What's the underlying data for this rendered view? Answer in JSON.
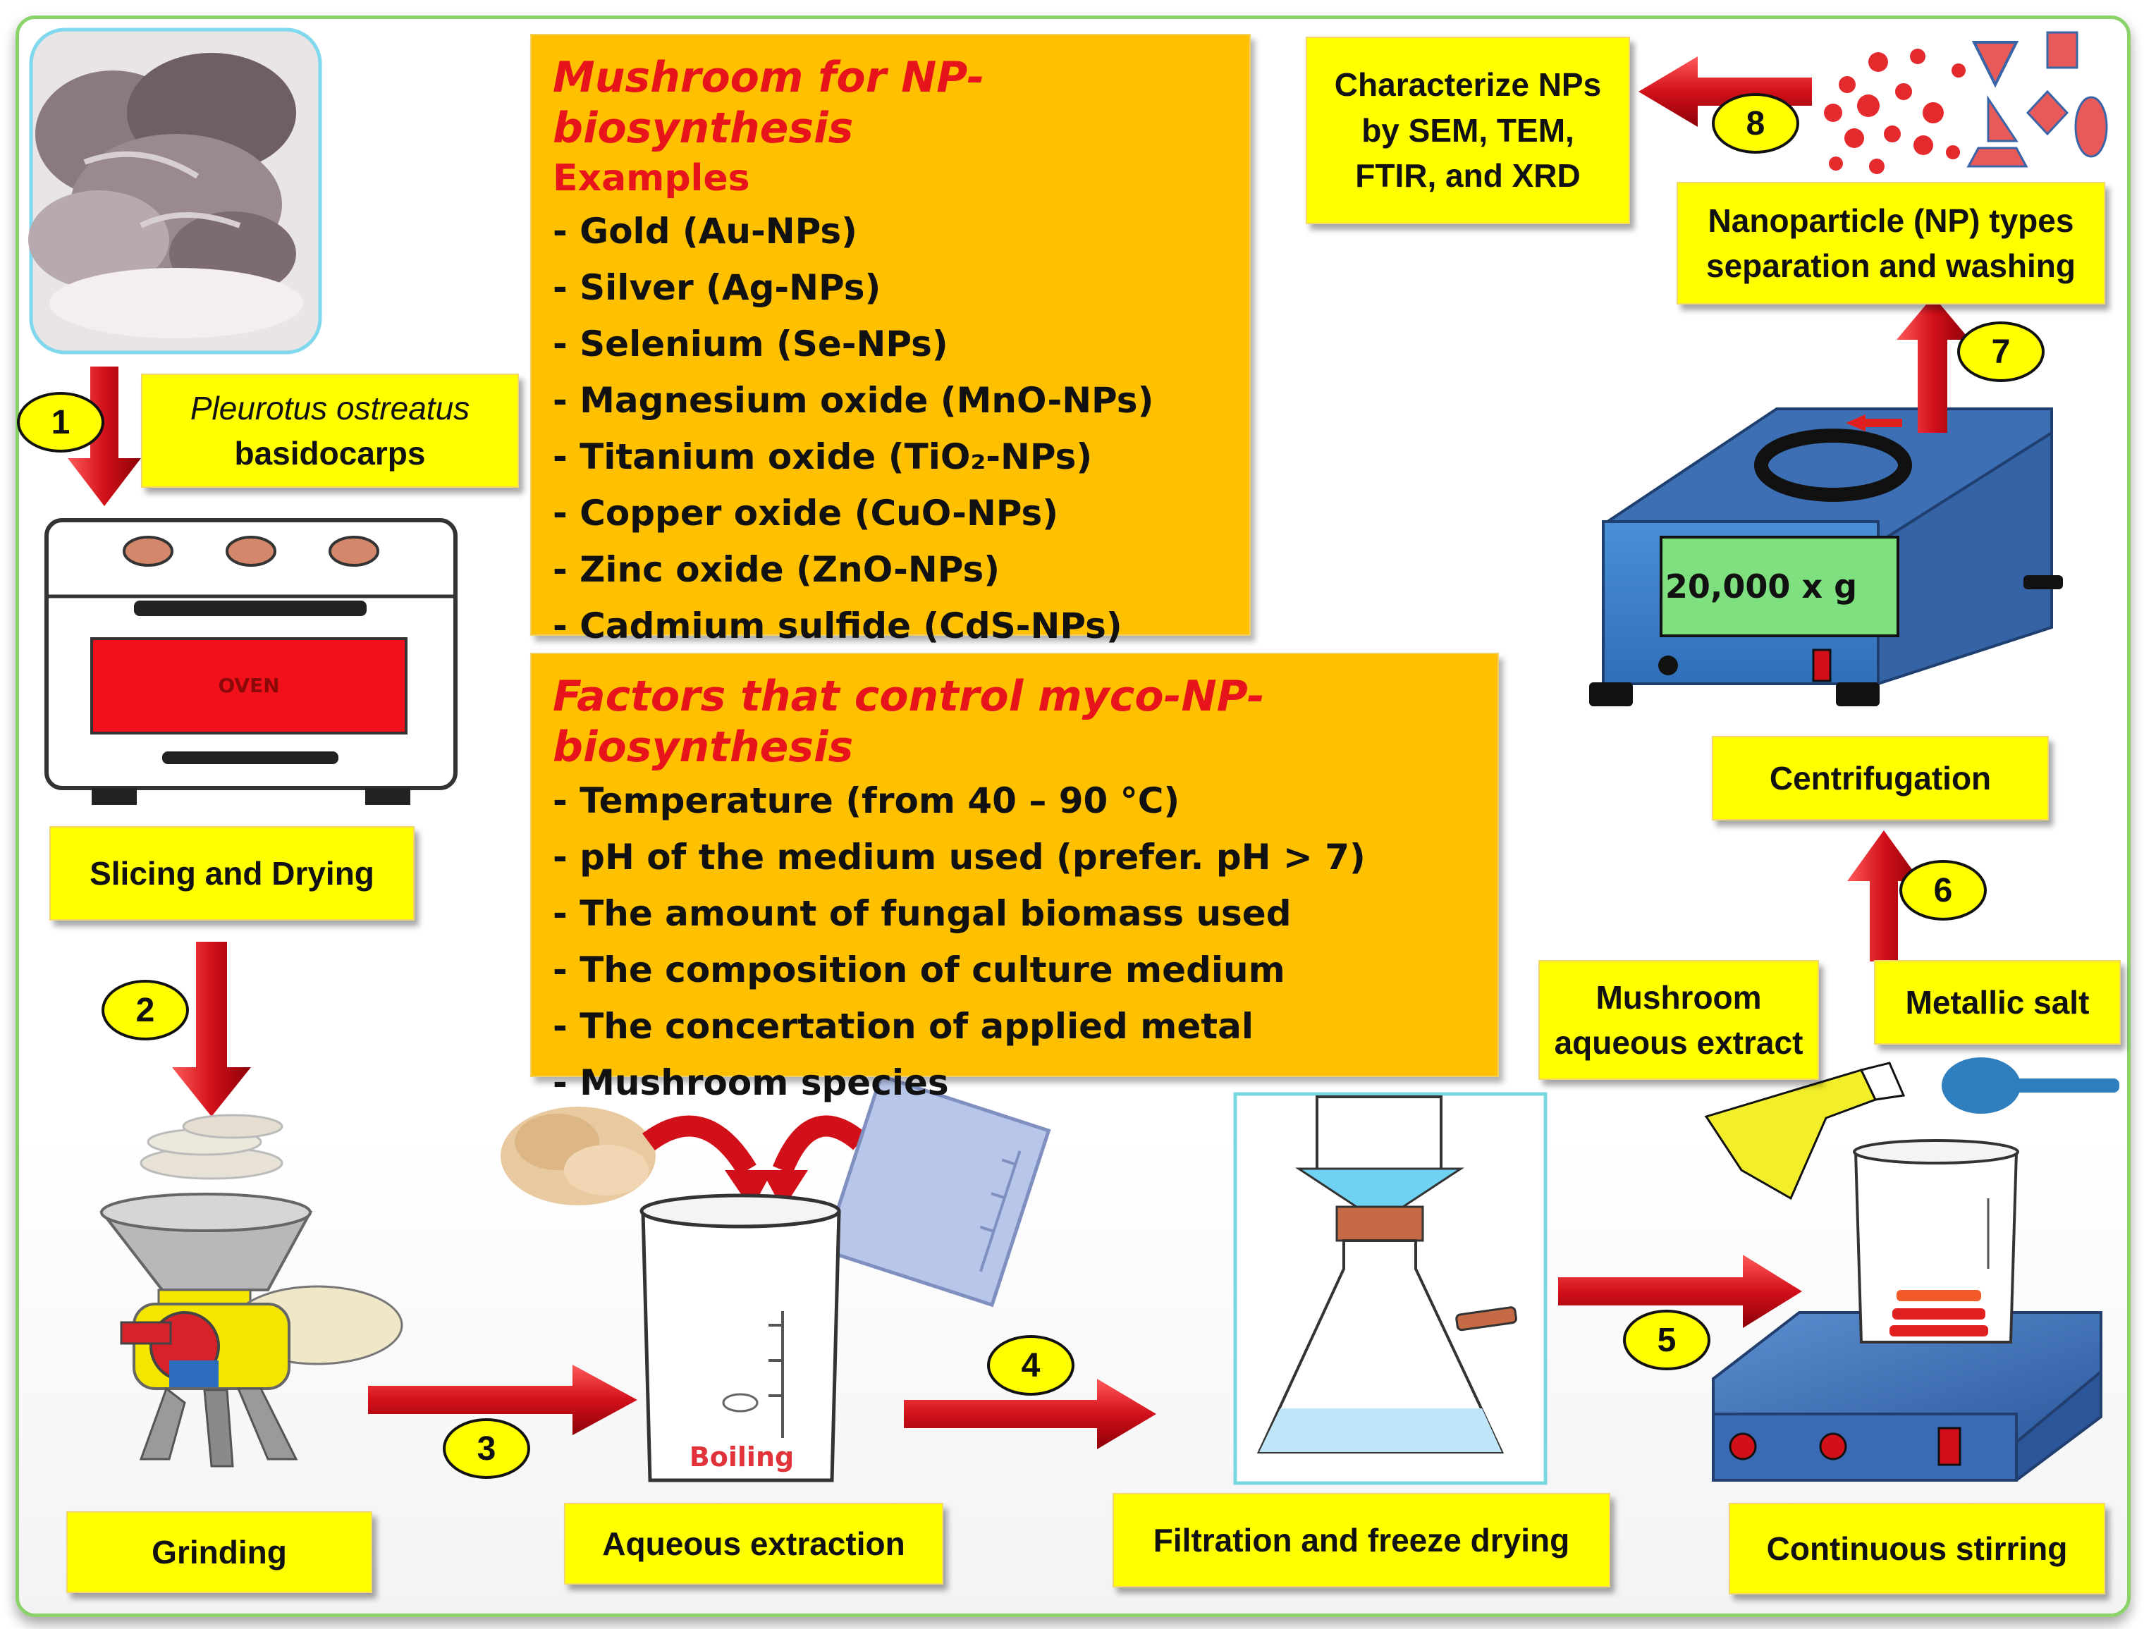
{
  "panels": {
    "np_examples": {
      "title": "Mushroom for NP-biosynthesis",
      "subtitle": "Examples",
      "items": [
        "- Gold (Au-NPs)",
        "- Silver (Ag-NPs)",
        "- Selenium (Se-NPs)",
        "- Magnesium oxide (MnO-NPs)",
        "- Titanium oxide (TiO₂-NPs)",
        "- Copper oxide (CuO-NPs)",
        "- Zinc oxide (ZnO-NPs)",
        "- Cadmium sulfide (CdS-NPs)"
      ]
    },
    "factors": {
      "title": "Factors that control myco-NP-biosynthesis",
      "items": [
        "- Temperature (from 40 – 90 °C)",
        "- pH of the medium used (prefer. pH > 7)",
        "- The amount of fungal biomass used",
        "- The composition of culture medium",
        "- The concertation of applied metal",
        "- Mushroom species"
      ]
    }
  },
  "labels": {
    "species_name": "Pleurotus ostreatus",
    "species_part": "basidocarps",
    "slicing": "Slicing and Drying",
    "grinding": "Grinding",
    "aqueous": "Aqueous extraction",
    "filtration": "Filtration and freeze  drying",
    "stirring": "Continuous stirring",
    "mushroom_extract_1": "Mushroom",
    "mushroom_extract_2": "aqueous extract",
    "metallic_salt": "Metallic salt",
    "centrifugation": "Centrifugation",
    "separation_1": "Nanoparticle (NP) types",
    "separation_2": "separation and washing",
    "characterize_1": "Characterize  NPs",
    "characterize_2": "by SEM, TEM,",
    "characterize_3": "FTIR, and XRD"
  },
  "equipment": {
    "oven_text": "OVEN",
    "centrifuge_display": "20,000 x g",
    "beaker_text": "Boiling"
  },
  "steps": [
    "1",
    "2",
    "3",
    "4",
    "5",
    "6",
    "7",
    "8"
  ],
  "colors": {
    "label_bg": "#ffff00",
    "panel_bg": "#ffc000",
    "panel_title": "#e8141b",
    "arrow": "#d2101a",
    "frame": "#8ad36a"
  }
}
